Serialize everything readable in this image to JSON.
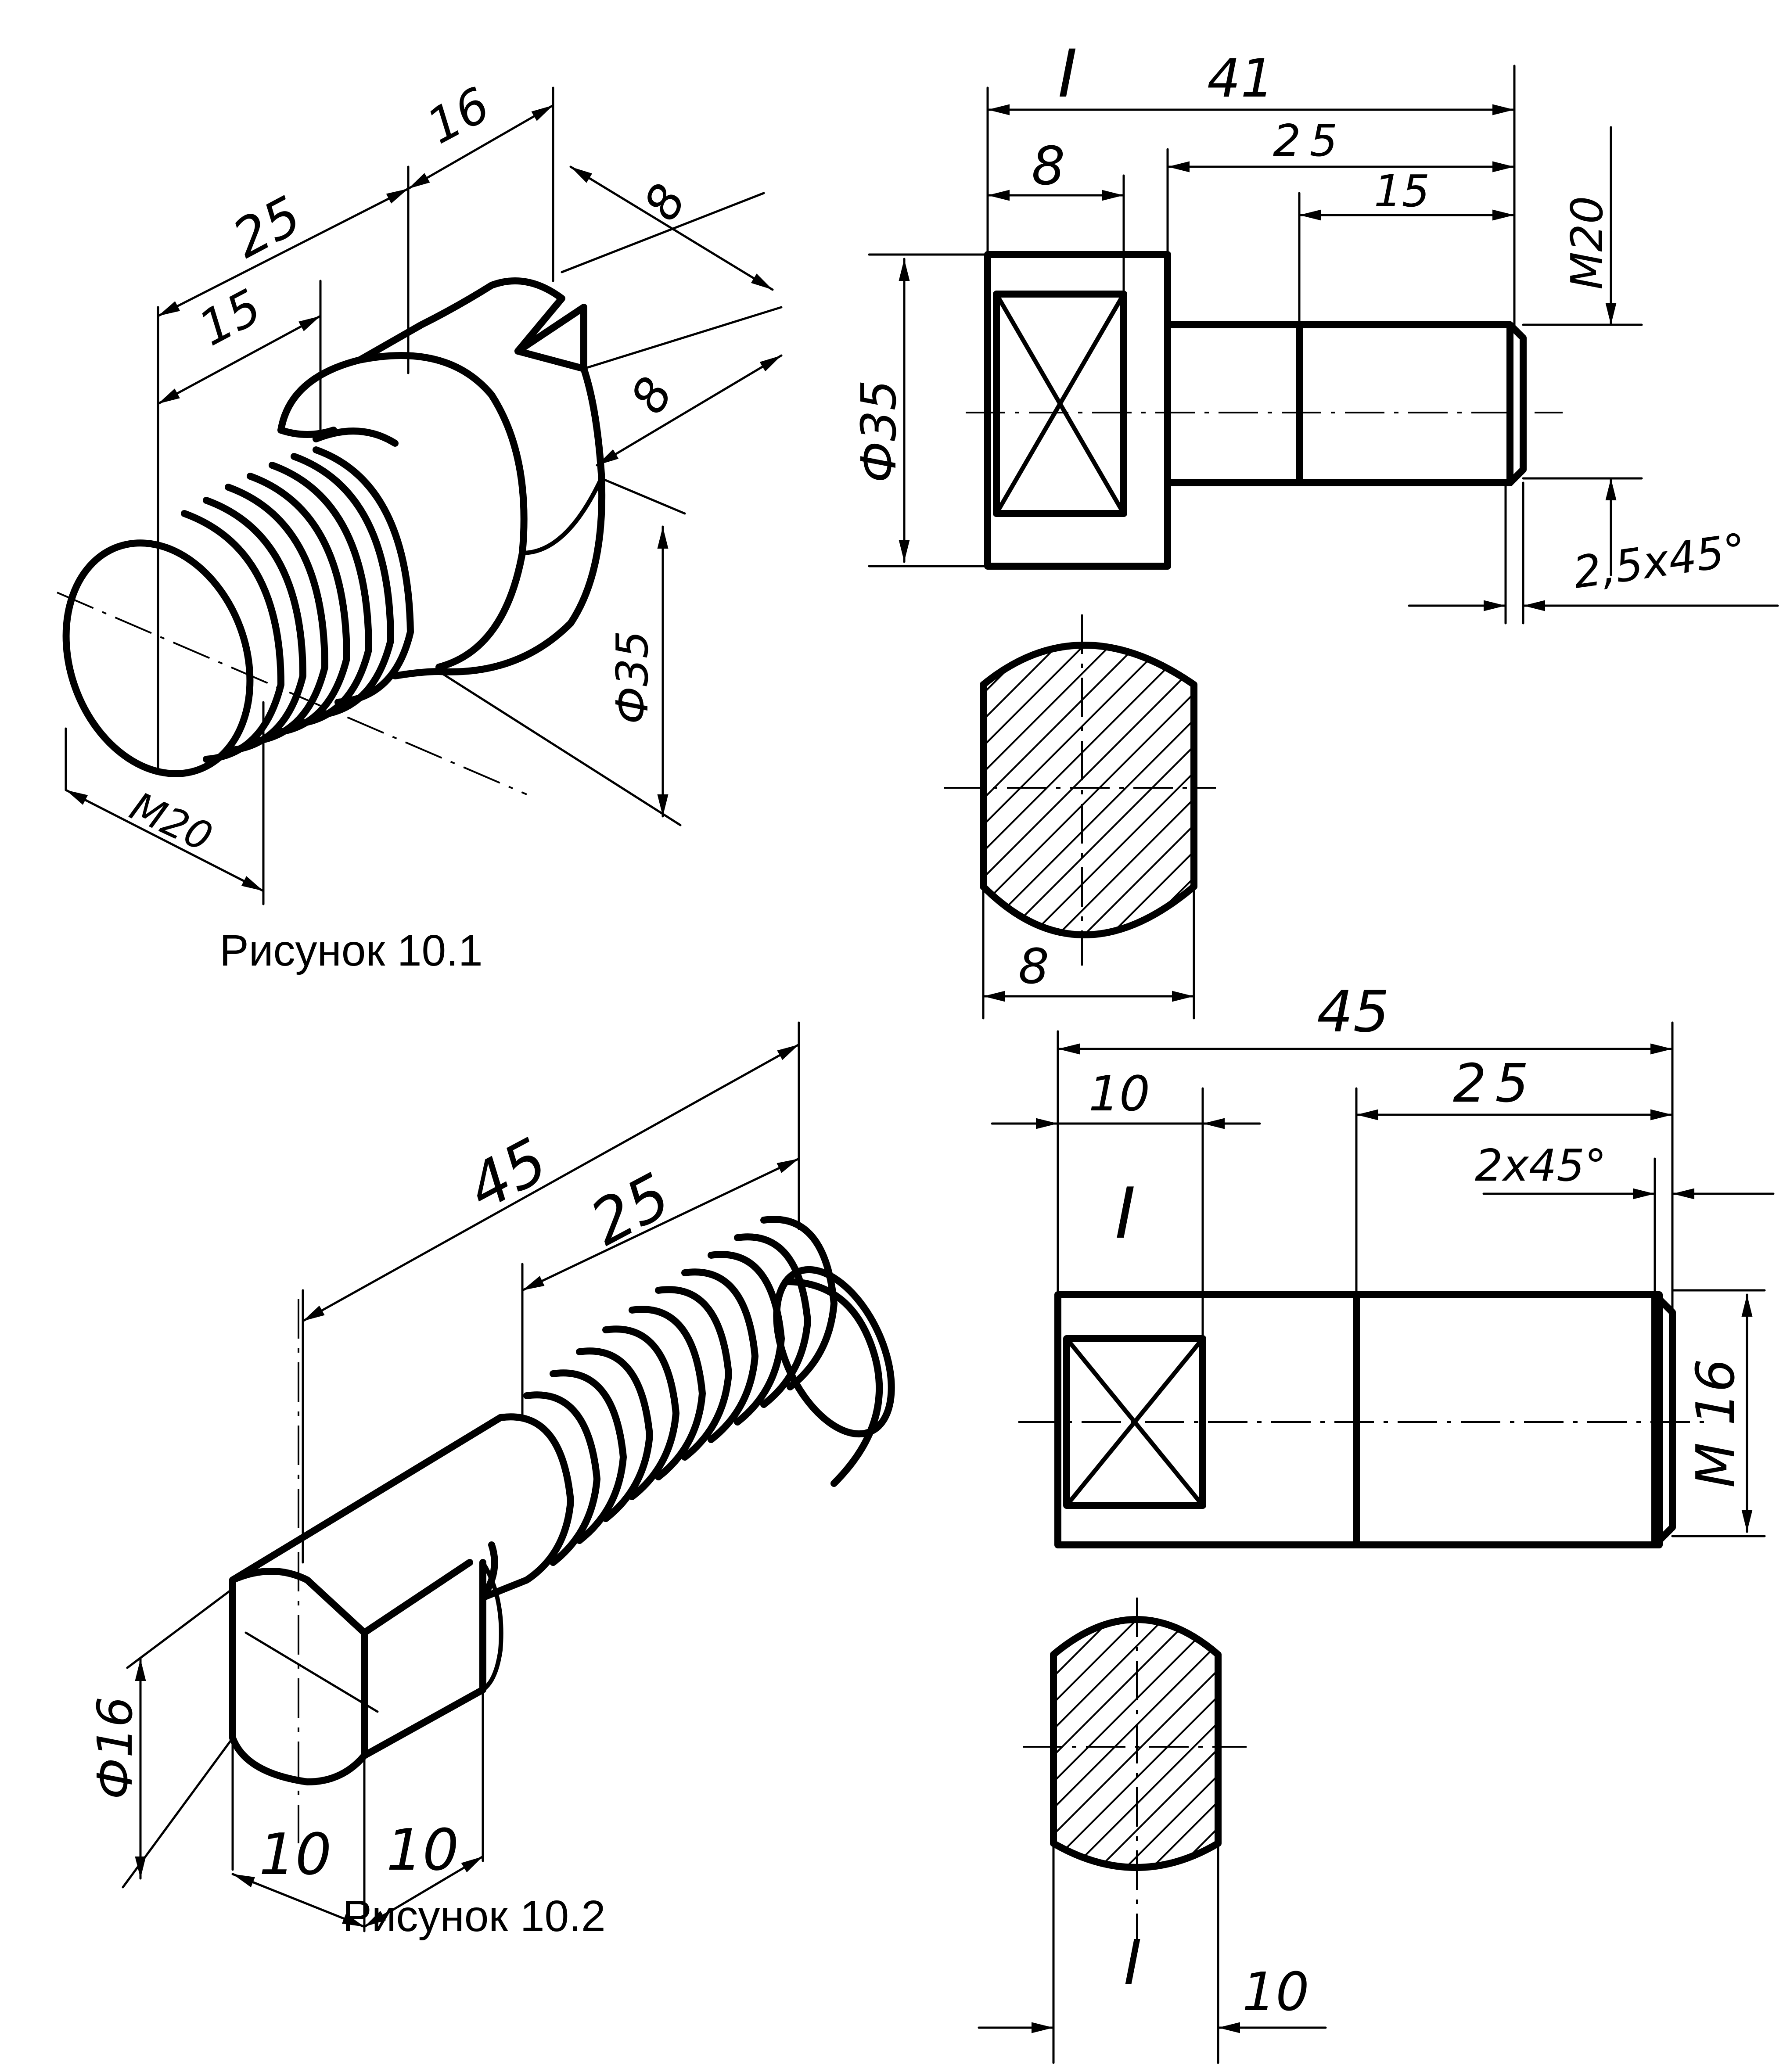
{
  "figure_1": {
    "caption": "Рисунок 10.1",
    "iso_labels": {
      "d16": "16",
      "d25": "25",
      "d15": "15",
      "d8a": "8",
      "d8b": "8",
      "d35": "Ф35",
      "dm20": "M20"
    },
    "ortho_labels": {
      "section_mark": "I",
      "d41": "41",
      "d8": "8",
      "d25": "25",
      "d15": "15",
      "dm20": "M20",
      "d35": "Ф35",
      "chamfer": "2,5x45°"
    },
    "section_label": "8"
  },
  "figure_2": {
    "caption": "Рисунок 10.2",
    "iso_labels": {
      "d45": "45",
      "d25": "25",
      "d16": "Ф16",
      "d10a": "10",
      "d10b": "10"
    },
    "ortho_labels": {
      "d45": "45",
      "d10": "10",
      "d25": "25",
      "chamfer": "2x45°",
      "section_mark": "I",
      "dm16": "M 16"
    },
    "section_labels": {
      "section_mark": "I",
      "d10": "10"
    }
  }
}
